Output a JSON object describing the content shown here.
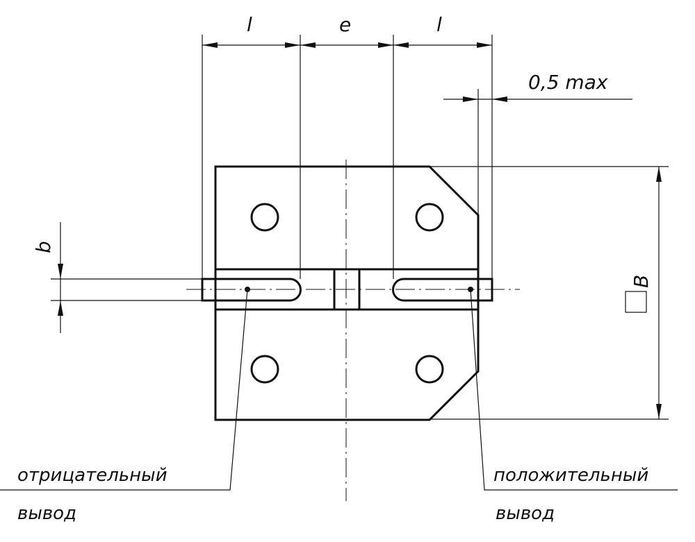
{
  "dimensions": {
    "lead_length_left": "l",
    "spacing": "e",
    "lead_length_right": "l",
    "overhang": "0,5 max",
    "lead_width": "b",
    "body_size": "B"
  },
  "labels": {
    "negative_line1": "отрицательный",
    "negative_line2": "вывод",
    "positive_line1": "положительный",
    "positive_line2": "вывод"
  }
}
